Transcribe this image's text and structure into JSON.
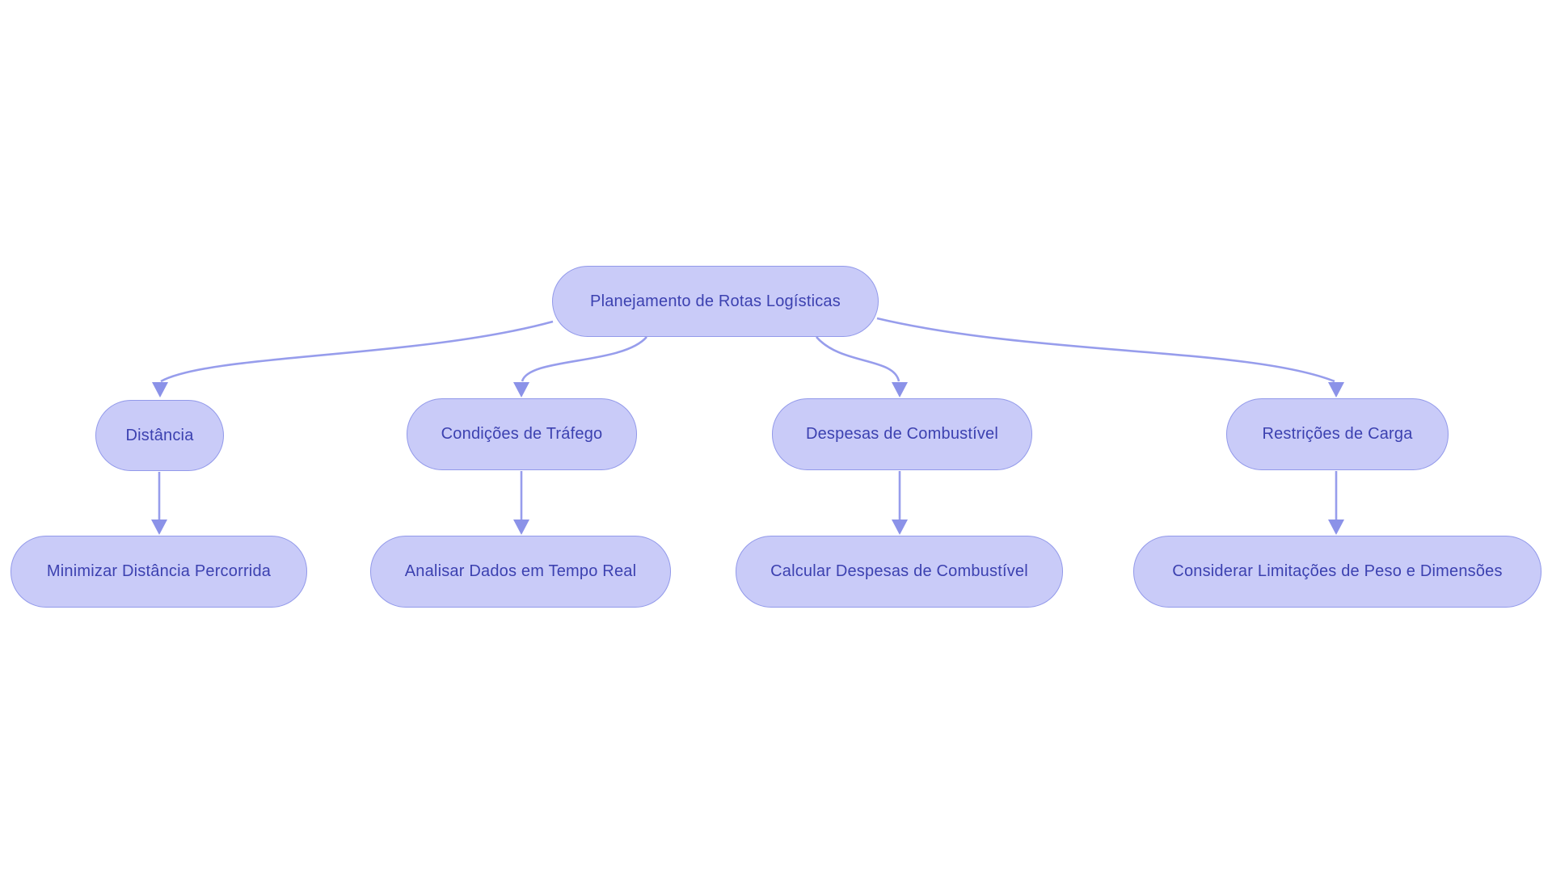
{
  "diagram": {
    "root": {
      "label": "Planejamento de Rotas Logísticas"
    },
    "branches": [
      {
        "category": "Distância",
        "detail": "Minimizar Distância Percorrida"
      },
      {
        "category": "Condições de Tráfego",
        "detail": "Analisar Dados em Tempo Real"
      },
      {
        "category": "Despesas de Combustível",
        "detail": "Calcular Despesas de Combustível"
      },
      {
        "category": "Restrições de Carga",
        "detail": "Considerar Limitações de Peso e Dimensões"
      }
    ],
    "colors": {
      "background": "#ffffff",
      "node_fill": "#c9cbf8",
      "node_border": "#9299ea",
      "edge": "#979dec",
      "arrowhead": "#8b92e8",
      "text": "#3c41b0"
    }
  }
}
